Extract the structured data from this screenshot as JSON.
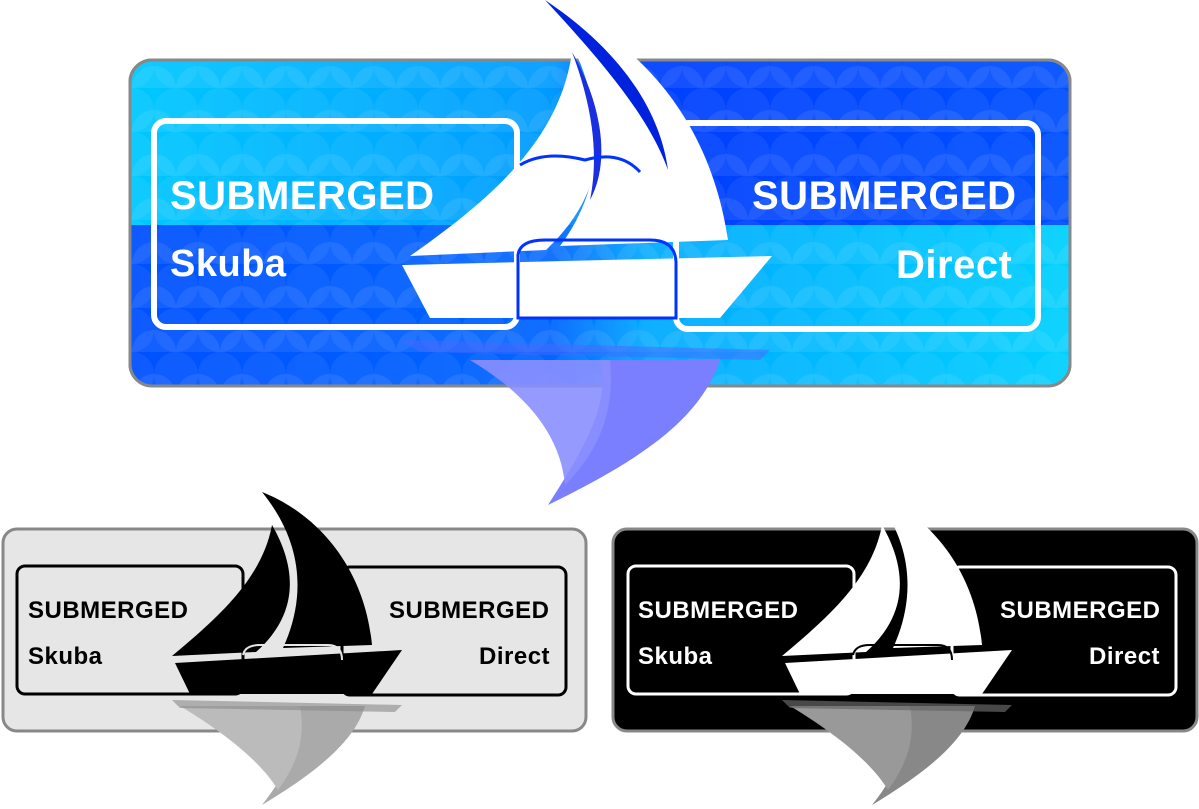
{
  "logos": [
    {
      "variant": "color",
      "left": {
        "line1": "SUBMERGED",
        "line2": "Skuba"
      },
      "right": {
        "line1": "SUBMERGED",
        "line2": "Direct"
      },
      "colors": {
        "bg_light": "#00ccff",
        "bg_dark": "#0044ff",
        "sail_dark": "#0022dd",
        "reflection": "#7a7fff",
        "text": "#ffffff",
        "frame": "#888888"
      }
    },
    {
      "variant": "light-gray",
      "left": {
        "line1": "SUBMERGED",
        "line2": "Skuba"
      },
      "right": {
        "line1": "SUBMERGED",
        "line2": "Direct"
      },
      "colors": {
        "bg": "#e6e6e6",
        "ink": "#000000",
        "reflection": "#aaaaaa",
        "frame": "#888888"
      }
    },
    {
      "variant": "black",
      "left": {
        "line1": "SUBMERGED",
        "line2": "Skuba"
      },
      "right": {
        "line1": "SUBMERGED",
        "line2": "Direct"
      },
      "colors": {
        "bg": "#000000",
        "ink": "#ffffff",
        "reflection": "#888888",
        "frame": "#888888"
      }
    }
  ]
}
